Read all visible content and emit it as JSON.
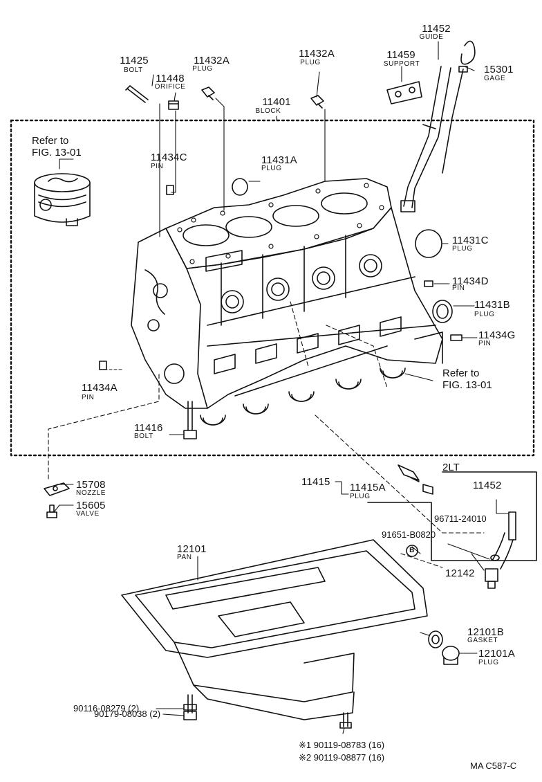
{
  "parts": {
    "p11425": {
      "number": "11425",
      "name": "BOLT"
    },
    "p11448": {
      "number": "11448",
      "name": "ORIFICE"
    },
    "p11432A_left": {
      "number": "11432A",
      "name": "PLUG"
    },
    "p11432A_right": {
      "number": "11432A",
      "name": "PLUG"
    },
    "p11401": {
      "number": "11401",
      "name": "BLOCK"
    },
    "p11459": {
      "number": "11459",
      "name": "SUPPORT"
    },
    "p11452_guide": {
      "number": "11452",
      "name": "GUIDE"
    },
    "p15301": {
      "number": "15301",
      "name": "GAGE"
    },
    "p11434C": {
      "number": "11434C",
      "name": "PIN"
    },
    "p11431A": {
      "number": "11431A",
      "name": "PLUG"
    },
    "p11431C": {
      "number": "11431C",
      "name": "PLUG"
    },
    "p11434D": {
      "number": "11434D",
      "name": "PIN"
    },
    "p11431B": {
      "number": "11431B",
      "name": "PLUG"
    },
    "p11434G": {
      "number": "11434G",
      "name": "PIN"
    },
    "p11434A": {
      "number": "11434A",
      "name": "PIN"
    },
    "p11416": {
      "number": "11416",
      "name": "BOLT"
    },
    "p15708": {
      "number": "15708",
      "name": "NOZZLE"
    },
    "p15605": {
      "number": "15605",
      "name": "VALVE"
    },
    "p11415": {
      "number": "11415"
    },
    "p11415A": {
      "number": "11415A",
      "name": "PLUG"
    },
    "p11452_2lt": {
      "number": "11452"
    },
    "p96711": {
      "number": "96711-24010"
    },
    "p91651": {
      "number": "91651-B0820"
    },
    "p12142": {
      "number": "12142"
    },
    "p12101": {
      "number": "12101",
      "name": "PAN"
    },
    "p12101B": {
      "number": "12101B",
      "name": "GASKET"
    },
    "p12101A": {
      "number": "12101A",
      "name": "PLUG"
    },
    "p90116": {
      "number": "90116-08279 (2)"
    },
    "p90179": {
      "number": "90179-08038 (2)"
    },
    "p90119_1": {
      "number": "※1 90119-08783 (16)"
    },
    "p90119_2": {
      "number": "※2 90119-08877 (16)"
    }
  },
  "refs": {
    "ref_left_line1": "Refer to",
    "ref_left_line2": "FIG. 13-01",
    "ref_right_line1": "Refer to",
    "ref_right_line2": "FIG. 13-01"
  },
  "variant_2lt": "2LT",
  "circle_b": "B",
  "footer_code": "MA  C587-C"
}
